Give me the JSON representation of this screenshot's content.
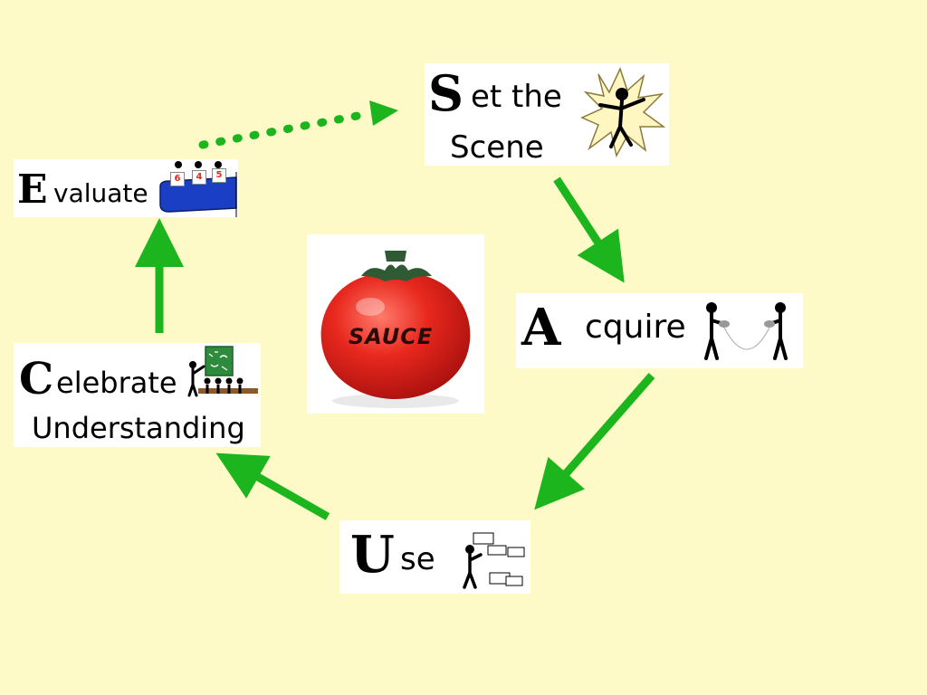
{
  "steps": {
    "set_scene": {
      "initial": "S",
      "line1": "et the",
      "line2": "Scene"
    },
    "acquire": {
      "initial": "A",
      "rest": "cquire"
    },
    "use": {
      "initial": "U",
      "rest": "se"
    },
    "celebrate": {
      "initial": "C",
      "line1": "elebrate",
      "line2": "Understanding"
    },
    "evaluate": {
      "initial": "E",
      "rest": "valuate",
      "scores": [
        "6",
        "4",
        "5"
      ]
    }
  },
  "center": {
    "jar_label": "SAUCE"
  },
  "colors": {
    "arrow": "#1DB51D",
    "background": "#FDFAC8",
    "tomato": "#E8281E",
    "board": "#2E8B3E",
    "evaluate_table": "#1A3FC4"
  }
}
